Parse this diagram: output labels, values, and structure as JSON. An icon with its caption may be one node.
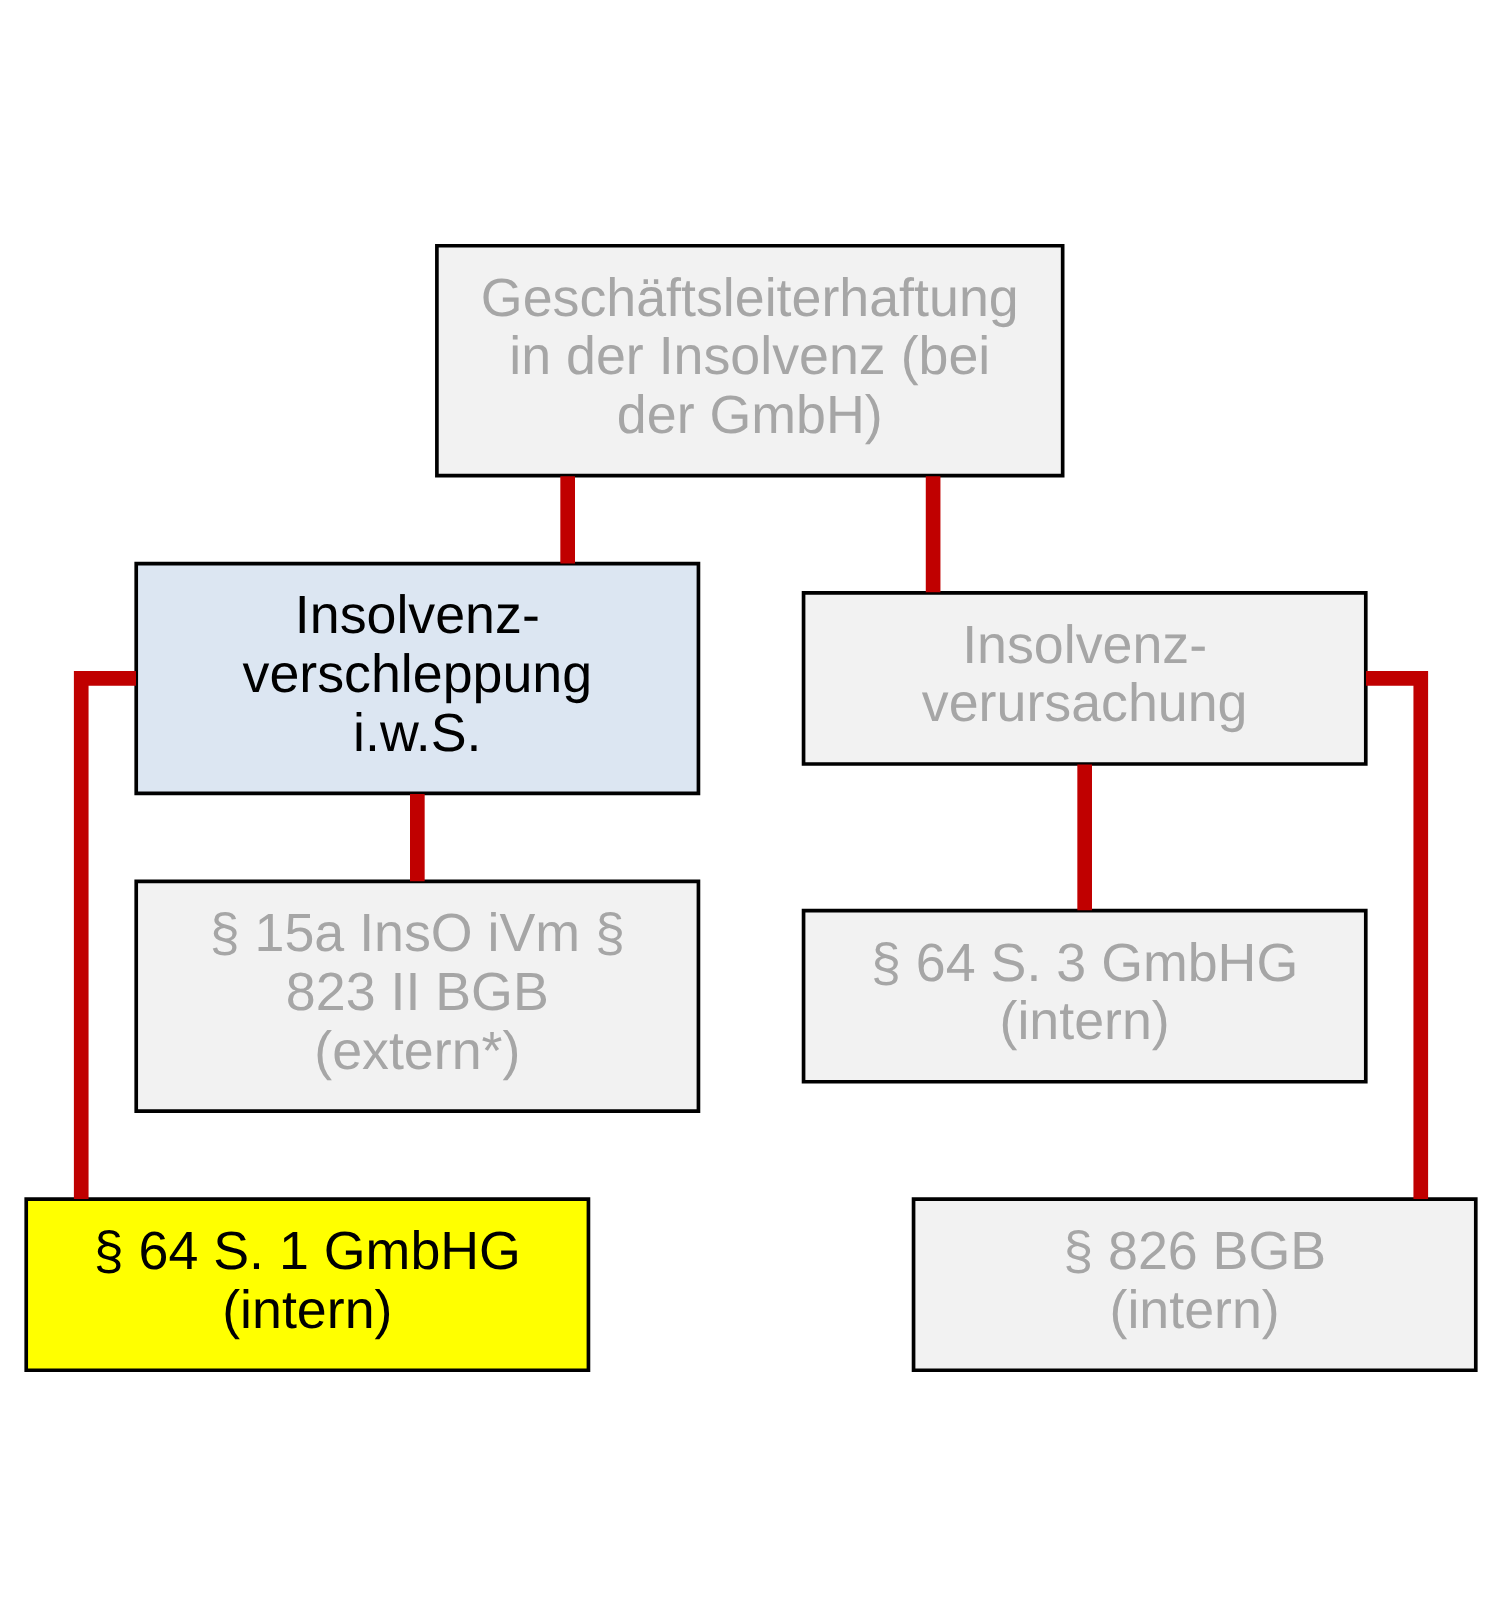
{
  "diagram": {
    "nodes": [
      {
        "text": [
          "Geschäftsleiterhaftung in der Insolvenz (bei der GmbH)"
        ]
      },
      {
        "text": [
          "Insolvenz- verschleppung i.w.S."
        ]
      },
      {
        "text": [
          "Insolvenz- verursachung"
        ]
      },
      {
        "text": [
          "§ 15a InsO iVm § 823 II BGB (extern*)"
        ]
      },
      {
        "text": [
          "§ 64 S. 1 GmbHG (intern)"
        ]
      },
      {
        "text": [
          "§ 64 S. 3 GmbHG (intern)"
        ]
      },
      {
        "text": [
          "§ 826 BGB (intern)"
        ]
      }
    ],
    "edges": [
      {
        "from": 0,
        "to": 1,
        "arrow": "none"
      },
      {
        "from": 0,
        "to": 2,
        "arrow": "none"
      },
      {
        "from": 1,
        "to": 3,
        "arrow": "none"
      },
      {
        "from": 1,
        "to": 4,
        "arrow": "none"
      },
      {
        "from": 2,
        "to": 5,
        "arrow": "none"
      },
      {
        "from": 2,
        "to": 6,
        "arrow": "none"
      }
    ]
  }
}
